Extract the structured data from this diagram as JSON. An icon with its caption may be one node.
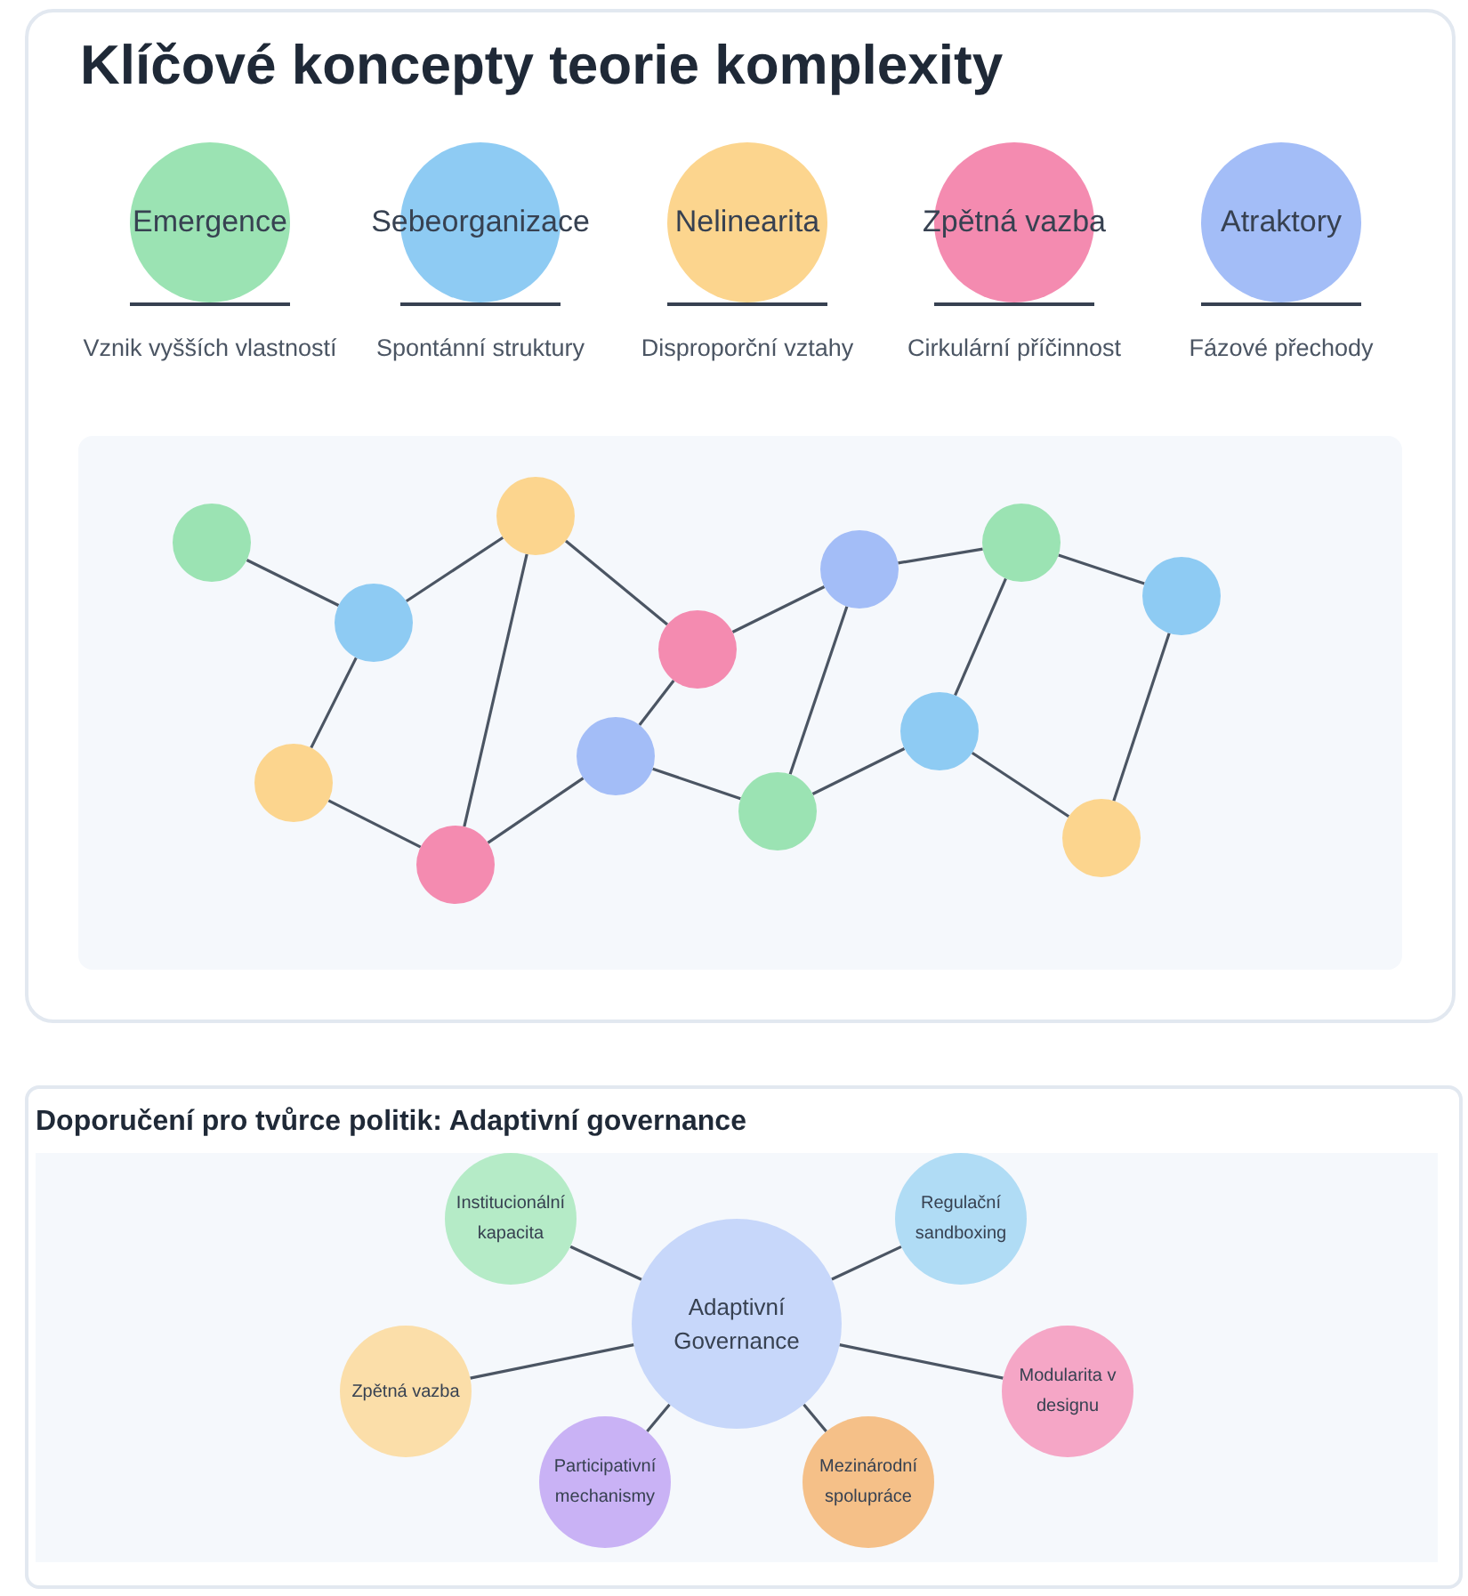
{
  "diagram": {
    "title": "Klíčové koncepty teorie komplexity",
    "nodes": [
      {
        "text": [
          "Emergence"
        ],
        "beside": [
          "Vznik vyšších vlastností"
        ]
      },
      {
        "text": [
          "Sebeorganizace"
        ],
        "beside": [
          "Spontánní struktury"
        ]
      },
      {
        "text": [
          "Nelinearita"
        ],
        "beside": [
          "Disproporční vztahy"
        ]
      },
      {
        "text": [
          "Zpětná vazba"
        ],
        "beside": [
          "Cirkulární příčinnost"
        ]
      },
      {
        "text": [
          "Atraktory"
        ],
        "beside": [
          "Fázové přechody"
        ]
      },
      {
        "text": [],
        "shape": "circle"
      },
      {
        "text": [],
        "shape": "circle"
      },
      {
        "text": [],
        "shape": "circle"
      },
      {
        "text": [],
        "shape": "circle"
      },
      {
        "text": [],
        "shape": "circle"
      },
      {
        "text": [],
        "shape": "circle"
      },
      {
        "text": [],
        "shape": "circle"
      },
      {
        "text": [],
        "shape": "circle"
      },
      {
        "text": [],
        "shape": "circle"
      },
      {
        "text": [],
        "shape": "circle"
      },
      {
        "text": [],
        "shape": "circle"
      },
      {
        "text": [],
        "shape": "circle"
      },
      {
        "text": [],
        "shape": "circle"
      },
      {
        "text": [
          "Adaptivní Governance"
        ]
      },
      {
        "text": [
          "Institucionální kapacita"
        ]
      },
      {
        "text": [
          "Regulační sandboxing"
        ]
      },
      {
        "text": [
          "Zpětná vazba"
        ]
      },
      {
        "text": [
          "Modularita v designu"
        ]
      },
      {
        "text": [
          "Participativní mechanismy"
        ]
      },
      {
        "text": [
          "Mezinárodní spolupráce"
        ]
      }
    ],
    "edges": [
      {
        "from": 5,
        "to": 7,
        "arrow": "none"
      },
      {
        "from": 7,
        "to": 9,
        "arrow": "none"
      },
      {
        "from": 7,
        "to": 6,
        "arrow": "none"
      },
      {
        "from": 6,
        "to": 8,
        "arrow": "none"
      },
      {
        "from": 9,
        "to": 8,
        "arrow": "none"
      },
      {
        "from": 9,
        "to": 11,
        "arrow": "none"
      },
      {
        "from": 8,
        "to": 10,
        "arrow": "none"
      },
      {
        "from": 10,
        "to": 11,
        "arrow": "none"
      },
      {
        "from": 11,
        "to": 13,
        "arrow": "none"
      },
      {
        "from": 10,
        "to": 12,
        "arrow": "none"
      },
      {
        "from": 13,
        "to": 12,
        "arrow": "none"
      },
      {
        "from": 13,
        "to": 15,
        "arrow": "none"
      },
      {
        "from": 12,
        "to": 14,
        "arrow": "none"
      },
      {
        "from": 14,
        "to": 15,
        "arrow": "none"
      },
      {
        "from": 15,
        "to": 17,
        "arrow": "none"
      },
      {
        "from": 14,
        "to": 16,
        "arrow": "none"
      },
      {
        "from": 17,
        "to": 16,
        "arrow": "none"
      },
      {
        "from": 18,
        "to": 19,
        "arrow": "none"
      },
      {
        "from": 18,
        "to": 20,
        "arrow": "none"
      },
      {
        "from": 18,
        "to": 21,
        "arrow": "none"
      },
      {
        "from": 18,
        "to": 22,
        "arrow": "none"
      },
      {
        "from": 18,
        "to": 23,
        "arrow": "none"
      },
      {
        "from": 18,
        "to": 24,
        "arrow": "none"
      }
    ],
    "labels": [
      "Doporučení pro tvůrce politik: Adaptivní governance"
    ]
  }
}
